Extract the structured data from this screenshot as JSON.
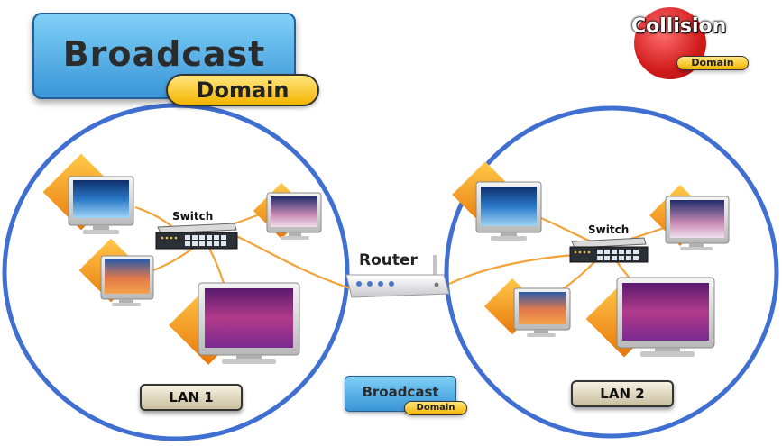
{
  "broadcast_badge_large": {
    "title": "Broadcast",
    "subtitle": "Domain"
  },
  "broadcast_badge_small": {
    "title": "Broadcast",
    "subtitle": "Domain"
  },
  "collision_logo": {
    "title": "Collision",
    "subtitle": "Domain"
  },
  "lan_left": {
    "switch_label": "Switch",
    "lan_label": "LAN 1"
  },
  "lan_right": {
    "switch_label": "Switch",
    "lan_label": "LAN 2"
  },
  "router": {
    "label": "Router"
  },
  "colors": {
    "domain_circle": "#3f6fd0",
    "cable": "#f2a33a",
    "badge_blue": "#4aa6e8",
    "pill_yellow": "#f7c51a",
    "collision_red": "#d9261c",
    "monitor_diamond": "#f59a16"
  }
}
